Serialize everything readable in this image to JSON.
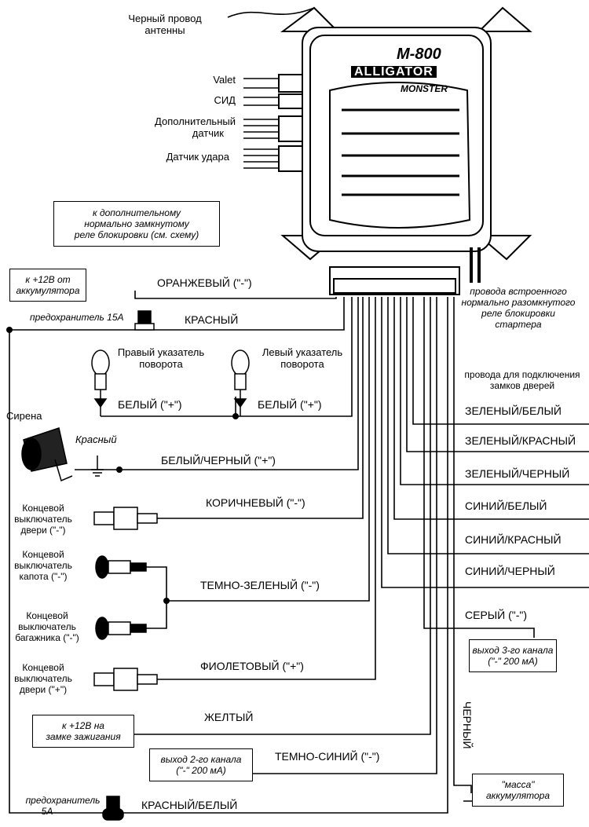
{
  "antenna": {
    "line1": "Черный провод",
    "line2": "антенны"
  },
  "sensors": {
    "valet": "Valet",
    "led": "СИД",
    "extra_line1": "Дополнительный",
    "extra_line2": "датчик",
    "shock": "Датчик удара"
  },
  "logo": {
    "model": "M-800",
    "brand": "ALLIGATOR",
    "series": "MONSTER"
  },
  "boxes": {
    "relay_line1": "к дополнительному",
    "relay_line2": "нормально замкнутому",
    "relay_line3": "реле блокировки (см. схему)",
    "battery_line1": "к +12В от",
    "battery_line2": "аккумулятора",
    "ignition_line1": "к +12В на",
    "ignition_line2": "замке зажигания",
    "ch2_line1": "выход 2-го канала",
    "ch2_line2": "(\"-\" 200 мА)",
    "ch3_line1": "выход 3-го канала",
    "ch3_line2": "(\"-\" 200 мА)",
    "ground_line1": "\"масса\"",
    "ground_line2": "аккумулятора"
  },
  "starter_relay": {
    "line1": "провода встроенного",
    "line2": "нормально разомкнутого",
    "line3": "реле блокировки",
    "line4": "стартера"
  },
  "locks_header": {
    "line1": "провода для подключения",
    "line2": "замков дверей"
  },
  "fuses": {
    "fuse15_label": "предохранитель 15А",
    "fuse5_line1": "предохранитель",
    "fuse5_line2": "5А"
  },
  "lamps": {
    "right_line1": "Правый указатель",
    "right_line2": "поворота",
    "left_line1": "Левый указатель",
    "left_line2": "поворота"
  },
  "siren": {
    "label": "Сирена",
    "wire": "Красный"
  },
  "switches": {
    "door_neg_line1": "Концевой",
    "door_neg_line2": "выключатель",
    "door_neg_line3": "двери (\"-\")",
    "hood_line1": "Концевой",
    "hood_line2": "выключатель",
    "hood_line3": "капота (\"-\")",
    "trunk_line1": "Концевой",
    "trunk_line2": "выключатель",
    "trunk_line3": "багажника (\"-\")",
    "door_pos_line1": "Концевой",
    "door_pos_line2": "выключатель",
    "door_pos_line3": "двери (\"+\")"
  },
  "wires": {
    "orange": "ОРАНЖЕВЫЙ (\"-\")",
    "red": "КРАСНЫЙ",
    "white_right": "БЕЛЫЙ (\"+\")",
    "white_left": "БЕЛЫЙ (\"+\")",
    "white_black": "БЕЛЫЙ/ЧЕРНЫЙ (\"+\")",
    "brown": "КОРИЧНЕВЫЙ (\"-\")",
    "dark_green": "ТЕМНО-ЗЕЛЕНЫЙ (\"-\")",
    "violet": "ФИОЛЕТОВЫЙ (\"+\")",
    "yellow": "ЖЕЛТЫЙ",
    "dark_blue": "ТЕМНО-СИНИЙ (\"-\")",
    "red_white": "КРАСНЫЙ/БЕЛЫЙ",
    "green_white": "ЗЕЛЕНЫЙ/БЕЛЫЙ",
    "green_red": "ЗЕЛЕНЫЙ/КРАСНЫЙ",
    "green_black": "ЗЕЛЕНЫЙ/ЧЕРНЫЙ",
    "blue_white": "СИНИЙ/БЕЛЫЙ",
    "blue_red": "СИНИЙ/КРАСНЫЙ",
    "blue_black": "СИНИЙ/ЧЕРНЫЙ",
    "gray": "СЕРЫЙ (\"-\")",
    "black": "ЧЕРНЫЙ"
  }
}
